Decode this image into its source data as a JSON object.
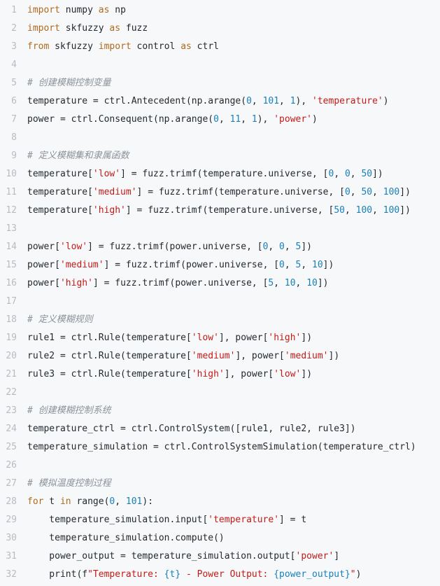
{
  "colors": {
    "background": "#f6f8fa",
    "text": "#24292e",
    "keyword": "#b06a1c",
    "string": "#c41a16",
    "number": "#1a7fb8",
    "comment": "#8c939a",
    "line_number": "#b7bcc2"
  },
  "code_lines": [
    [
      {
        "t": "import",
        "k": "kw2"
      },
      {
        "t": " numpy ",
        "k": "id"
      },
      {
        "t": "as",
        "k": "kw2"
      },
      {
        "t": " np",
        "k": "id"
      }
    ],
    [
      {
        "t": "import",
        "k": "kw2"
      },
      {
        "t": " skfuzzy ",
        "k": "id"
      },
      {
        "t": "as",
        "k": "kw2"
      },
      {
        "t": " fuzz",
        "k": "id"
      }
    ],
    [
      {
        "t": "from",
        "k": "kw2"
      },
      {
        "t": " skfuzzy ",
        "k": "id"
      },
      {
        "t": "import",
        "k": "kw2"
      },
      {
        "t": " control ",
        "k": "id"
      },
      {
        "t": "as",
        "k": "kw2"
      },
      {
        "t": " ctrl",
        "k": "id"
      }
    ],
    [],
    [
      {
        "t": "# 创建模糊控制变量",
        "k": "cm"
      }
    ],
    [
      {
        "t": "temperature = ctrl.Antecedent(np.arange(",
        "k": "id"
      },
      {
        "t": "0",
        "k": "num"
      },
      {
        "t": ", ",
        "k": "id"
      },
      {
        "t": "101",
        "k": "num"
      },
      {
        "t": ", ",
        "k": "id"
      },
      {
        "t": "1",
        "k": "num"
      },
      {
        "t": "), ",
        "k": "id"
      },
      {
        "t": "'temperature'",
        "k": "str"
      },
      {
        "t": ")",
        "k": "id"
      }
    ],
    [
      {
        "t": "power = ctrl.Consequent(np.arange(",
        "k": "id"
      },
      {
        "t": "0",
        "k": "num"
      },
      {
        "t": ", ",
        "k": "id"
      },
      {
        "t": "11",
        "k": "num"
      },
      {
        "t": ", ",
        "k": "id"
      },
      {
        "t": "1",
        "k": "num"
      },
      {
        "t": "), ",
        "k": "id"
      },
      {
        "t": "'power'",
        "k": "str"
      },
      {
        "t": ")",
        "k": "id"
      }
    ],
    [],
    [
      {
        "t": "# 定义模糊集和隶属函数",
        "k": "cm"
      }
    ],
    [
      {
        "t": "temperature[",
        "k": "id"
      },
      {
        "t": "'low'",
        "k": "str"
      },
      {
        "t": "] = fuzz.trimf(temperature.universe, [",
        "k": "id"
      },
      {
        "t": "0",
        "k": "num"
      },
      {
        "t": ", ",
        "k": "id"
      },
      {
        "t": "0",
        "k": "num"
      },
      {
        "t": ", ",
        "k": "id"
      },
      {
        "t": "50",
        "k": "num"
      },
      {
        "t": "])",
        "k": "id"
      }
    ],
    [
      {
        "t": "temperature[",
        "k": "id"
      },
      {
        "t": "'medium'",
        "k": "str"
      },
      {
        "t": "] = fuzz.trimf(temperature.universe, [",
        "k": "id"
      },
      {
        "t": "0",
        "k": "num"
      },
      {
        "t": ", ",
        "k": "id"
      },
      {
        "t": "50",
        "k": "num"
      },
      {
        "t": ", ",
        "k": "id"
      },
      {
        "t": "100",
        "k": "num"
      },
      {
        "t": "])",
        "k": "id"
      }
    ],
    [
      {
        "t": "temperature[",
        "k": "id"
      },
      {
        "t": "'high'",
        "k": "str"
      },
      {
        "t": "] = fuzz.trimf(temperature.universe, [",
        "k": "id"
      },
      {
        "t": "50",
        "k": "num"
      },
      {
        "t": ", ",
        "k": "id"
      },
      {
        "t": "100",
        "k": "num"
      },
      {
        "t": ", ",
        "k": "id"
      },
      {
        "t": "100",
        "k": "num"
      },
      {
        "t": "])",
        "k": "id"
      }
    ],
    [],
    [
      {
        "t": "power[",
        "k": "id"
      },
      {
        "t": "'low'",
        "k": "str"
      },
      {
        "t": "] = fuzz.trimf(power.universe, [",
        "k": "id"
      },
      {
        "t": "0",
        "k": "num"
      },
      {
        "t": ", ",
        "k": "id"
      },
      {
        "t": "0",
        "k": "num"
      },
      {
        "t": ", ",
        "k": "id"
      },
      {
        "t": "5",
        "k": "num"
      },
      {
        "t": "])",
        "k": "id"
      }
    ],
    [
      {
        "t": "power[",
        "k": "id"
      },
      {
        "t": "'medium'",
        "k": "str"
      },
      {
        "t": "] = fuzz.trimf(power.universe, [",
        "k": "id"
      },
      {
        "t": "0",
        "k": "num"
      },
      {
        "t": ", ",
        "k": "id"
      },
      {
        "t": "5",
        "k": "num"
      },
      {
        "t": ", ",
        "k": "id"
      },
      {
        "t": "10",
        "k": "num"
      },
      {
        "t": "])",
        "k": "id"
      }
    ],
    [
      {
        "t": "power[",
        "k": "id"
      },
      {
        "t": "'high'",
        "k": "str"
      },
      {
        "t": "] = fuzz.trimf(power.universe, [",
        "k": "id"
      },
      {
        "t": "5",
        "k": "num"
      },
      {
        "t": ", ",
        "k": "id"
      },
      {
        "t": "10",
        "k": "num"
      },
      {
        "t": ", ",
        "k": "id"
      },
      {
        "t": "10",
        "k": "num"
      },
      {
        "t": "])",
        "k": "id"
      }
    ],
    [],
    [
      {
        "t": "# 定义模糊规则",
        "k": "cm"
      }
    ],
    [
      {
        "t": "rule1 = ctrl.Rule(temperature[",
        "k": "id"
      },
      {
        "t": "'low'",
        "k": "str"
      },
      {
        "t": "], power[",
        "k": "id"
      },
      {
        "t": "'high'",
        "k": "str"
      },
      {
        "t": "])",
        "k": "id"
      }
    ],
    [
      {
        "t": "rule2 = ctrl.Rule(temperature[",
        "k": "id"
      },
      {
        "t": "'medium'",
        "k": "str"
      },
      {
        "t": "], power[",
        "k": "id"
      },
      {
        "t": "'medium'",
        "k": "str"
      },
      {
        "t": "])",
        "k": "id"
      }
    ],
    [
      {
        "t": "rule3 = ctrl.Rule(temperature[",
        "k": "id"
      },
      {
        "t": "'high'",
        "k": "str"
      },
      {
        "t": "], power[",
        "k": "id"
      },
      {
        "t": "'low'",
        "k": "str"
      },
      {
        "t": "])",
        "k": "id"
      }
    ],
    [],
    [
      {
        "t": "# 创建模糊控制系统",
        "k": "cm"
      }
    ],
    [
      {
        "t": "temperature_ctrl = ctrl.ControlSystem([rule1, rule2, rule3])",
        "k": "id"
      }
    ],
    [
      {
        "t": "temperature_simulation = ctrl.ControlSystemSimulation(temperature_ctrl)",
        "k": "id"
      }
    ],
    [],
    [
      {
        "t": "# 模拟温度控制过程",
        "k": "cm"
      }
    ],
    [
      {
        "t": "for",
        "k": "kw2"
      },
      {
        "t": " t ",
        "k": "id"
      },
      {
        "t": "in",
        "k": "kw2"
      },
      {
        "t": " range(",
        "k": "id"
      },
      {
        "t": "0",
        "k": "num"
      },
      {
        "t": ", ",
        "k": "id"
      },
      {
        "t": "101",
        "k": "num"
      },
      {
        "t": "):",
        "k": "id"
      }
    ],
    [
      {
        "t": "    temperature_simulation.input[",
        "k": "id"
      },
      {
        "t": "'temperature'",
        "k": "str"
      },
      {
        "t": "] = t",
        "k": "id"
      }
    ],
    [
      {
        "t": "    temperature_simulation.compute()",
        "k": "id"
      }
    ],
    [
      {
        "t": "    power_output = temperature_simulation.output[",
        "k": "id"
      },
      {
        "t": "'power'",
        "k": "str"
      },
      {
        "t": "]",
        "k": "id"
      }
    ],
    [
      {
        "t": "    print(f",
        "k": "id"
      },
      {
        "t": "\"Temperature: ",
        "k": "str"
      },
      {
        "t": "{t}",
        "k": "num"
      },
      {
        "t": " - Power Output: ",
        "k": "str"
      },
      {
        "t": "{power_output}",
        "k": "num"
      },
      {
        "t": "\"",
        "k": "str"
      },
      {
        "t": ")",
        "k": "id"
      }
    ]
  ]
}
